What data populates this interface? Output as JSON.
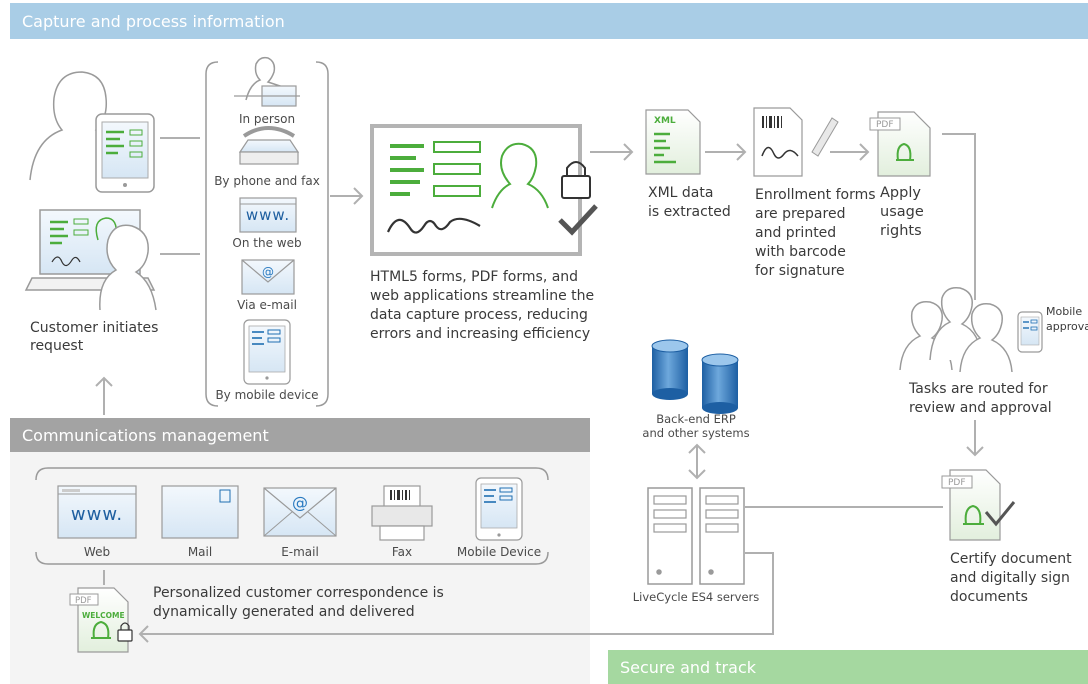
{
  "bands": {
    "capture": "Capture and process information",
    "communications": "Communications management",
    "secure": "Secure and track"
  },
  "channels": [
    "In person",
    "By phone and fax",
    "On the web",
    "Via e-mail",
    "By mobile device"
  ],
  "web_screen_text": "www.",
  "customer": {
    "line1": "Customer initiates",
    "line2": "request"
  },
  "forms_desc": [
    "HTML5 forms, PDF forms, and",
    "web applications  streamline the",
    "data capture process, reducing",
    "errors and increasing efficiency"
  ],
  "xml": {
    "badge": "XML",
    "line1": "XML data",
    "line2": "is extracted"
  },
  "enrollment": [
    "Enrollment forms",
    "are prepared",
    "and printed",
    "with barcode",
    "for signature"
  ],
  "apply": {
    "badge": "PDF",
    "lines": [
      "Apply",
      "usage",
      "rights"
    ]
  },
  "mobile_approval": {
    "line1": "Mobile",
    "line2": "approval"
  },
  "tasks": {
    "line1": "Tasks are routed for",
    "line2": "review and approval"
  },
  "backend": {
    "line1": "Back-end ERP",
    "line2": "and other systems"
  },
  "servers_label": "LiveCycle ES4 servers",
  "certify": {
    "badge": "PDF",
    "lines": [
      "Certify document",
      "and digitally sign",
      "documents"
    ]
  },
  "comm_channels": [
    "Web",
    "Mail",
    "E-mail",
    "Fax",
    "Mobile Device"
  ],
  "welcome": {
    "badge": "PDF",
    "word": "WELCOME"
  },
  "correspondence": {
    "line1": "Personalized customer correspondence is",
    "line2": "dynamically generated and delivered"
  },
  "colors": {
    "capture_band": "#a9cde6",
    "comm_band": "#a3a3a3",
    "secure_band": "#a5d8a0",
    "accent_green": "#4cad3c",
    "line_gray": "#b0b0b0"
  }
}
